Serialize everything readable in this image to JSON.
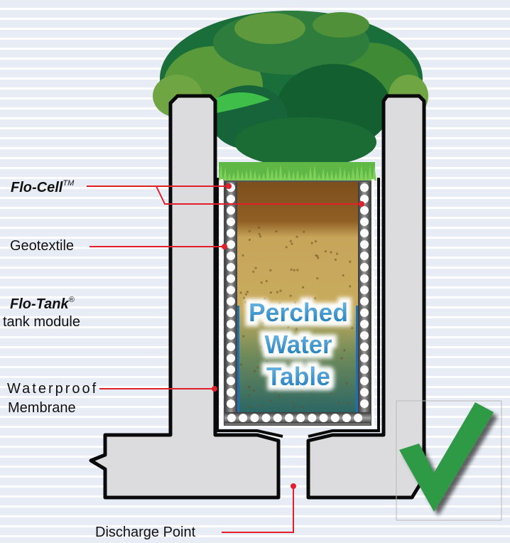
{
  "title": "Perched Water Table planter cross-section",
  "colors": {
    "leader_line": "#e0202a",
    "wall_fill": "#dcdcde",
    "wall_stroke": "#0a0a0a",
    "soil_top": "#8a5a22",
    "soil_mid": "#c9a85a",
    "water": "#2e6b6a",
    "check_green": "#2e9a45",
    "water_text": "#1a8fd0"
  },
  "labels": {
    "flo_cell": {
      "name": "Flo-Cell",
      "mark": "TM"
    },
    "geotextile": "Geotextile",
    "flo_tank": {
      "name": "Flo-Tank",
      "mark": "®",
      "sub": "tank module"
    },
    "waterproof": {
      "line1": "Waterproof",
      "line2": "Membrane"
    },
    "discharge": "Discharge Point"
  },
  "center_text": {
    "line1": "Perched",
    "line2": "Water",
    "line3": "Table"
  },
  "status": {
    "icon": "checkmark-icon",
    "meaning": "approved"
  }
}
